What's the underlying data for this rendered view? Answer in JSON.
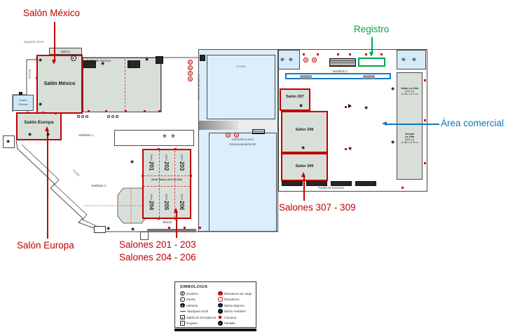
{
  "annotations": {
    "salon_mexico": "Salón México",
    "salon_europa": "Salón Europa",
    "salones_201_203": "Salones 201 - 203",
    "salones_204_206": "Salones 204 - 206",
    "salones_307_309": "Salones 307 - 309",
    "registro": "Registro",
    "area_comercial": "Área comercial"
  },
  "map": {
    "level_label": "Segundo Nivel",
    "labels": {
      "balcon_top": "Balcón",
      "pasillo_servicio": "Pasillo de Servicio",
      "terraza": "Terraza",
      "cuarto_tecnico_1": "Cuarto",
      "cuarto_tecnico_2": "Técnico",
      "vestibulo_1": "Vestíbulo 1",
      "vestibulo_2": "Vestíbulo 2",
      "vestibulo_3": "Vestíbulo 3",
      "pasillo": "Pasillo",
      "cocina": "Cocina",
      "pasillo_servicios_v": "Pasillo de Servicios",
      "conexion_l1": "Conexión a torre",
      "conexion_l2": "Estacionamiento B3",
      "balcon_bottom": "Balcón",
      "pasillo_servicios_der": "Pasillo de servicios"
    },
    "rooms": {
      "salon_mexico": "Salón México",
      "salon_europa": "Salón Europa",
      "salon_307": "Salón 307",
      "salon_308": "Salón 308",
      "salon_309": "Salón 309",
      "la_villa_salon": [
        "Salón La Villa",
        "(280 m²)",
        "11.88 x 23.21 m"
      ],
      "la_villa_terraza": [
        "Terraza",
        "La Villa",
        "(280 m²)",
        "11.88 x 23.02 m"
      ]
    },
    "gran_salon": {
      "prefix": "Salón",
      "numbers": [
        "201",
        "202",
        "203",
        "204",
        "205",
        "206"
      ],
      "center": "Gran Salón (201 al 206)"
    }
  },
  "legend": {
    "title": "SIMBOLOGÍA",
    "left": [
      {
        "icon": "escalera",
        "label": "Escalera"
      },
      {
        "icon": "puerta",
        "label": "Puerta"
      },
      {
        "icon": "hidrante",
        "label": "Hidrante"
      },
      {
        "icon": "mampara",
        "label": "Mampara móvil"
      },
      {
        "icon": "salida_emergencia",
        "label": "Salida de Emergencia"
      },
      {
        "icon": "registro",
        "label": "Registro"
      }
    ],
    "right": [
      {
        "icon": "elevadores_carga",
        "label": "Elevadores de carga"
      },
      {
        "icon": "elevadores",
        "label": "Elevadores"
      },
      {
        "icon": "banos_mujeres",
        "label": "Baños Mujeres"
      },
      {
        "icon": "banos_hombres",
        "label": "Baños Hombres"
      },
      {
        "icon": "columna",
        "label": "Columna"
      },
      {
        "icon": "pantalla",
        "label": "Pantalla"
      }
    ]
  },
  "icons": {
    "escalera": "≣",
    "puerta": "▯",
    "hidrante": "●",
    "mampara": "",
    "salida_emergencia": "●",
    "registro": "≡",
    "elevadores_carga": "↕",
    "elevadores": "↕",
    "banos_mujeres": "♀",
    "banos_hombres": "♂",
    "columna": "",
    "pantalla": "◐",
    "circle_dot": "◉",
    "elevator_pair": "⊕",
    "play": "▶",
    "montacargas": "S"
  },
  "colors": {
    "highlight_red": "#C00000",
    "highlight_green": "#00A550",
    "highlight_blue": "#1374BE",
    "room_fill": "#D8DFD9",
    "pool_fill": "#DCEEFB",
    "lobby_fill": "#D5EAF8"
  }
}
